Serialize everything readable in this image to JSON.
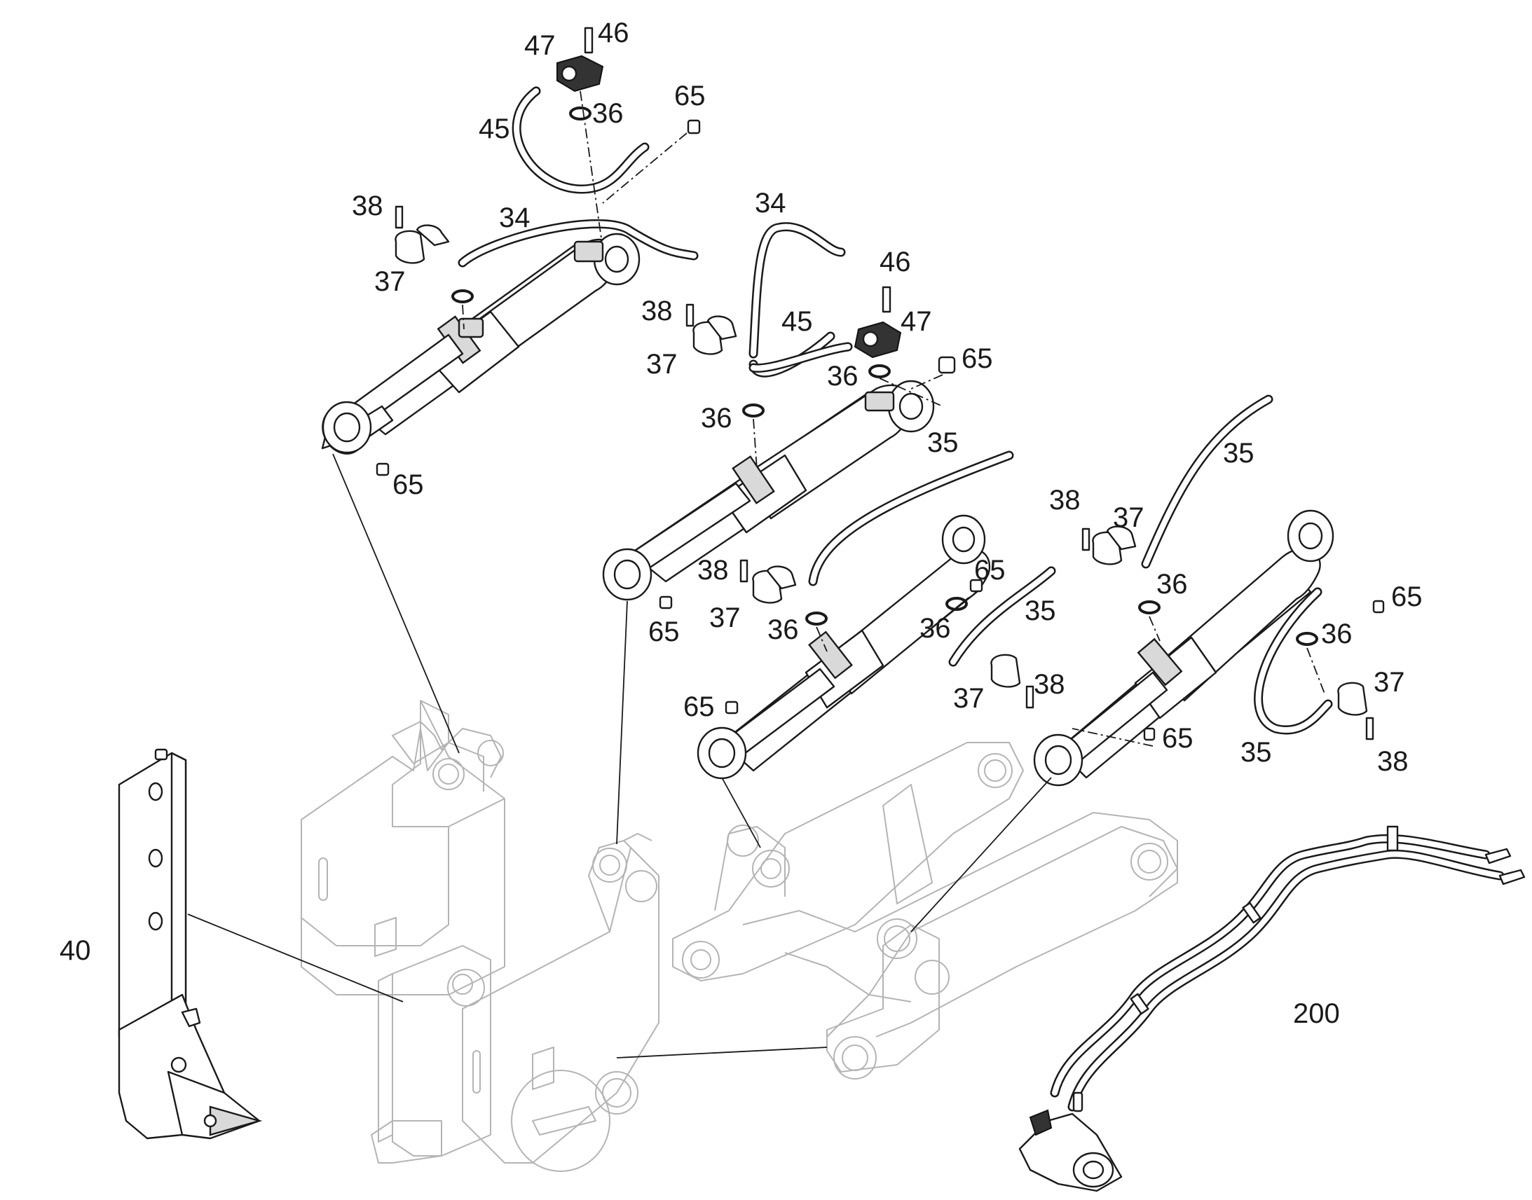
{
  "callouts": {
    "c47a": "47",
    "c46a": "46",
    "c65a": "65",
    "c36a": "36",
    "c45a": "45",
    "c38a": "38",
    "c34a": "34",
    "c37a": "37",
    "c34b": "34",
    "c46b": "46",
    "c38b": "38",
    "c45b": "45",
    "c47b": "47",
    "c37b": "37",
    "c36b": "36",
    "c65b": "65",
    "c36c": "36",
    "c65c": "65",
    "c35a": "35",
    "c35b": "35",
    "c38c": "38",
    "c37c": "37",
    "c38d": "38",
    "c65d": "65",
    "c37d": "37",
    "c36d": "36",
    "c36e": "36",
    "c36f": "36",
    "c35c": "35",
    "c65e": "65",
    "c65f": "65",
    "c36g": "36",
    "c37e": "37",
    "c38e": "38",
    "c37f": "37",
    "c35d": "35",
    "c65g": "65",
    "c38f": "38",
    "c65h": "65",
    "c40": "40",
    "c200": "200"
  }
}
